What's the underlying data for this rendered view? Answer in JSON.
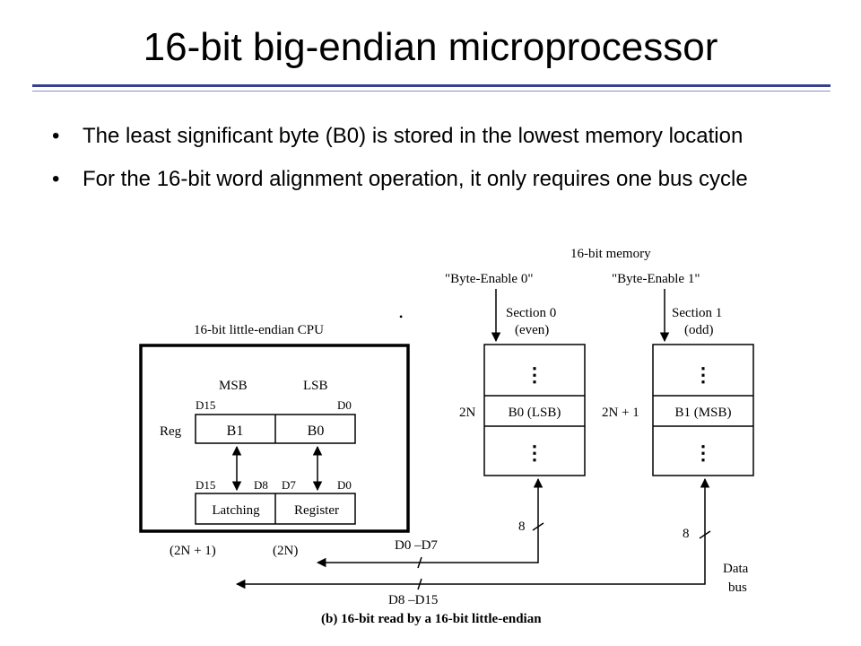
{
  "slide": {
    "title": "16-bit big-endian microprocessor",
    "bullets": [
      "The least significant byte (B0) is stored in the lowest memory location",
      "For the 16-bit word alignment operation,  it only requires one bus cycle"
    ]
  },
  "diagram": {
    "cpu": {
      "title": "16-bit little-endian CPU",
      "msb": "MSB",
      "lsb": "LSB",
      "reg_label": "Reg",
      "d15": "D15",
      "d0": "D0",
      "d8": "D8",
      "d7": "D7",
      "b1": "B1",
      "b0": "B0",
      "latching": "Latching",
      "register": "Register",
      "addr_odd": "(2N + 1)",
      "addr_even": "(2N)"
    },
    "memory": {
      "title": "16-bit memory",
      "be0": "\"Byte-Enable 0\"",
      "be1": "\"Byte-Enable 1\"",
      "sec0": "Section 0",
      "sec0_sub": "(even)",
      "sec1": "Section 1",
      "sec1_sub": "(odd)",
      "addr_even": "2N",
      "addr_odd": "2N + 1",
      "cell_even": "B0 (LSB)",
      "cell_odd": "B1 (MSB)",
      "ellipsis": "⋮",
      "width_even": "8",
      "width_odd": "8"
    },
    "bus": {
      "low": "D0 –D7",
      "high": "D8 –D15",
      "label_line1": "Data",
      "label_line2": "bus"
    },
    "caption": "(b) 16-bit read by a 16-bit little-endian",
    "stray_mark": "•"
  }
}
